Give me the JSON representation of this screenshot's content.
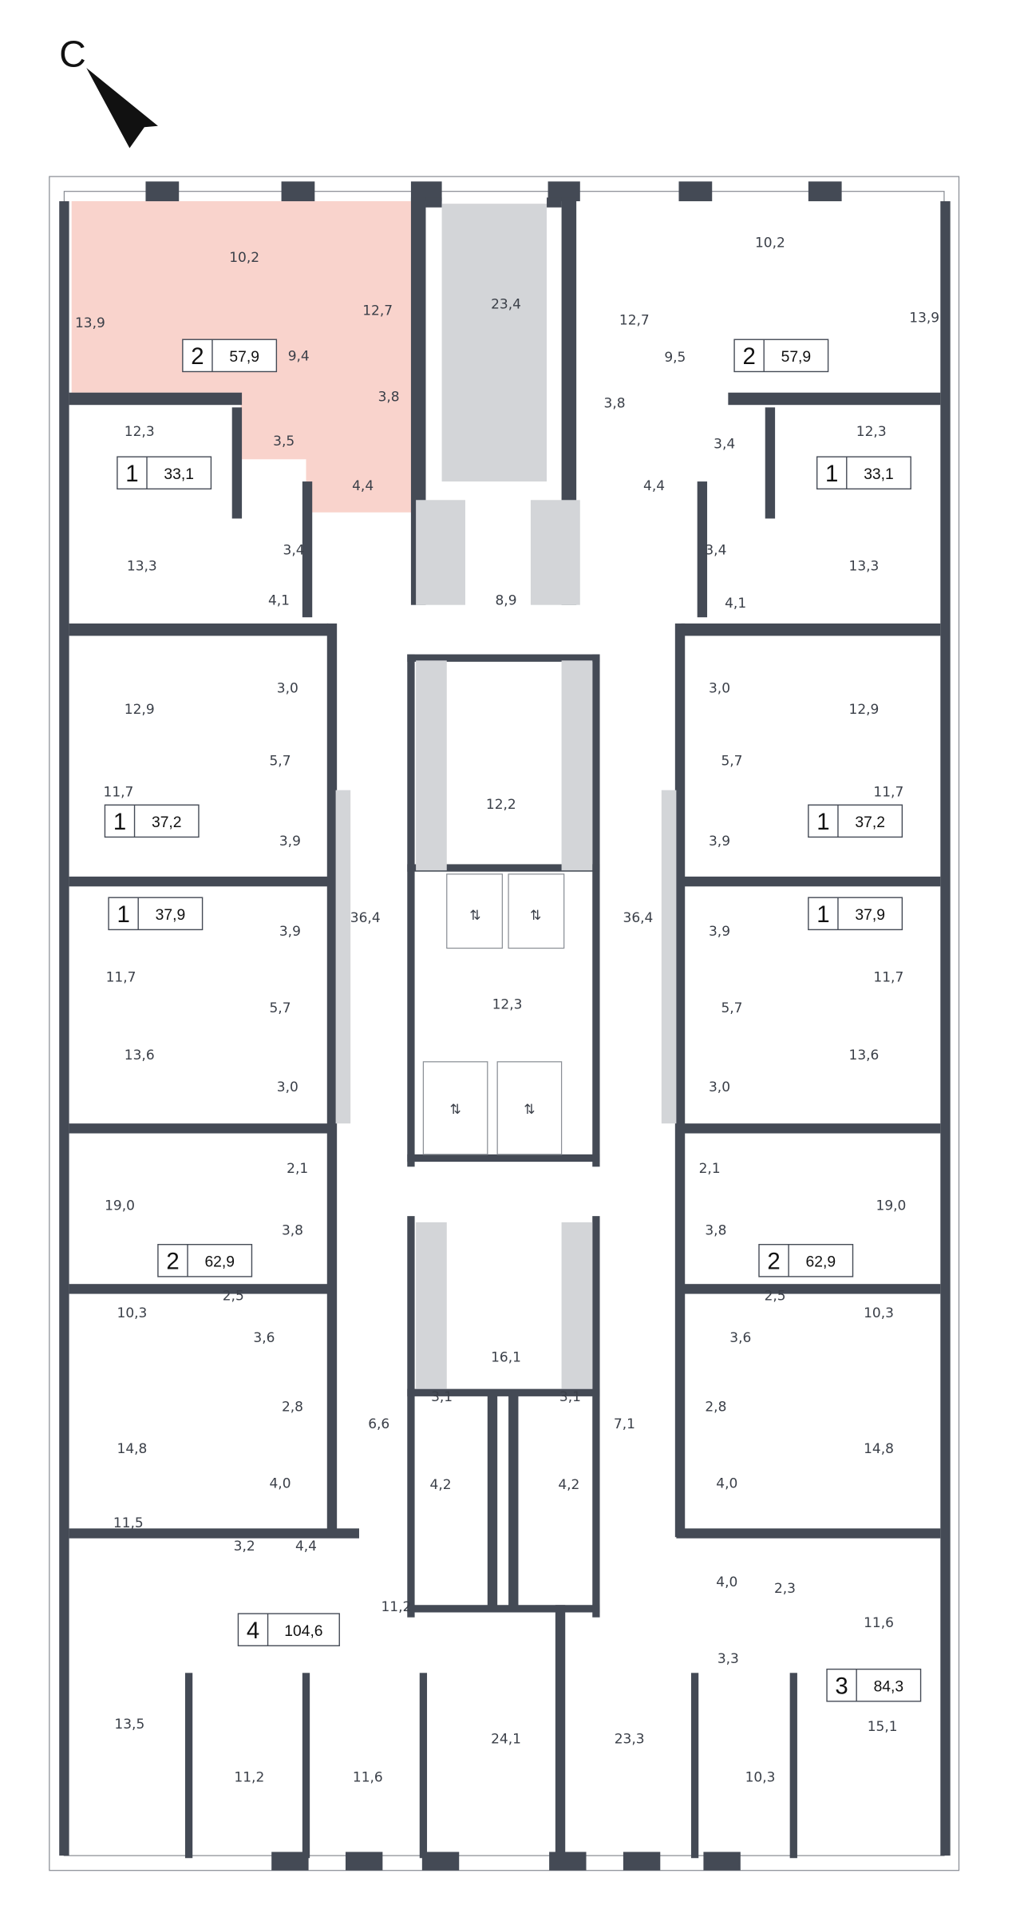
{
  "compass": {
    "label": "С"
  },
  "highlight_color": "#f9d3cc",
  "apartments": [
    {
      "rooms": "2",
      "area": "57,9",
      "highlighted": true
    },
    {
      "rooms": "2",
      "area": "57,9"
    },
    {
      "rooms": "1",
      "area": "33,1"
    },
    {
      "rooms": "1",
      "area": "33,1"
    },
    {
      "rooms": "1",
      "area": "37,2"
    },
    {
      "rooms": "1",
      "area": "37,2"
    },
    {
      "rooms": "1",
      "area": "37,9"
    },
    {
      "rooms": "1",
      "area": "37,9"
    },
    {
      "rooms": "2",
      "area": "62,9"
    },
    {
      "rooms": "2",
      "area": "62,9"
    },
    {
      "rooms": "4",
      "area": "104,6"
    },
    {
      "rooms": "3",
      "area": "84,3"
    }
  ],
  "rooms": [
    "13,9",
    "10,2",
    "12,7",
    "9,4",
    "3,8",
    "3,5",
    "4,4",
    "12,3",
    "13,3",
    "3,4",
    "4,1",
    "23,4",
    "8,9",
    "12,9",
    "3,0",
    "5,7",
    "11,7",
    "3,9",
    "3,9",
    "36,4",
    "11,7",
    "5,7",
    "13,6",
    "3,0",
    "2,1",
    "19,0",
    "3,8",
    "10,3",
    "2,5",
    "3,6",
    "14,8",
    "2,8",
    "4,0",
    "11,5",
    "3,2",
    "4,4",
    "6,6",
    "11,2",
    "13,5",
    "11,2",
    "11,6",
    "24,1",
    "12,2",
    "12,3",
    "16,1",
    "3,1",
    "4,2",
    "3,1",
    "4,2",
    "7,1",
    "12,7",
    "10,2",
    "13,9",
    "9,5",
    "3,8",
    "3,4",
    "12,3",
    "4,4",
    "3,4",
    "13,3",
    "4,1",
    "3,0",
    "12,9",
    "5,7",
    "11,7",
    "3,9",
    "3,9",
    "36,4",
    "11,7",
    "5,7",
    "13,6",
    "3,0",
    "2,1",
    "19,0",
    "3,8",
    "2,5",
    "3,6",
    "10,3",
    "2,8",
    "14,8",
    "4,0",
    "4,0",
    "2,3",
    "11,6",
    "3,3",
    "15,1",
    "10,3",
    "23,3"
  ]
}
